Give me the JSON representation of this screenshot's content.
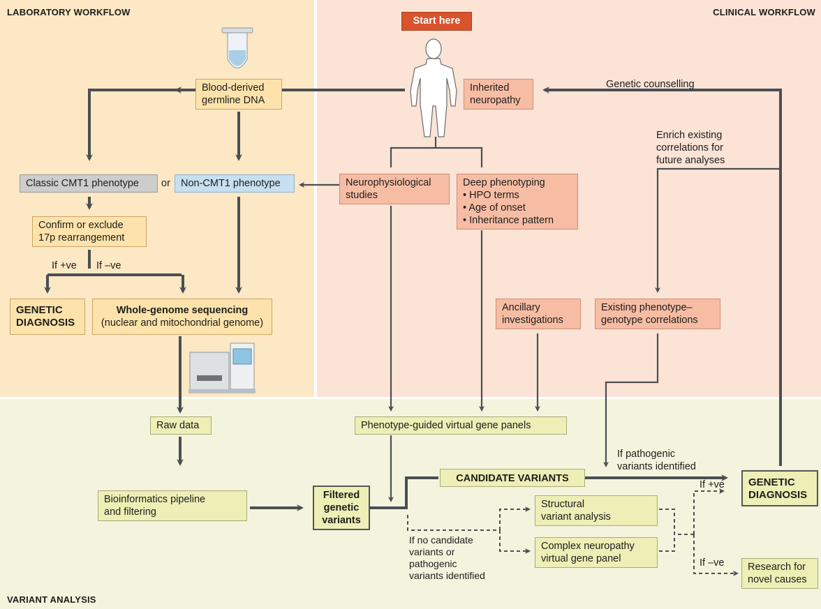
{
  "sections": {
    "lab": "LABORATORY WORKFLOW",
    "clinical": "CLINICAL WORKFLOW",
    "variant": "VARIANT ANALYSIS"
  },
  "nodes": {
    "start": "Start here",
    "blood_dna": [
      "Blood-derived",
      "germline DNA"
    ],
    "inherited": [
      "Inherited",
      "neuropathy"
    ],
    "classic": "Classic CMT1 phenotype",
    "or": "or",
    "non_cmt1": "Non-CMT1 phenotype",
    "neurophys": [
      "Neurophysiological",
      "studies"
    ],
    "deep_title": "Deep phenotyping",
    "deep_items": [
      "HPO terms",
      "Age of onset",
      "Inheritance pattern"
    ],
    "confirm": [
      "Confirm or exclude",
      "17p rearrangement"
    ],
    "genetic_diag_lab": [
      "GENETIC",
      "DIAGNOSIS"
    ],
    "wgs_title": "Whole-genome sequencing",
    "wgs_sub": "(nuclear and mitochondrial genome)",
    "ancillary": [
      "Ancillary",
      "investigations"
    ],
    "existing": [
      "Existing phenotype–",
      "genotype correlations"
    ],
    "raw": "Raw data",
    "virtual_panels": "Phenotype-guided virtual gene panels",
    "bioinf": [
      "Bioinformatics pipeline",
      "and filtering"
    ],
    "filtered": [
      "Filtered",
      "genetic",
      "variants"
    ],
    "candidate": "CANDIDATE VARIANTS",
    "genetic_diag_var": [
      "GENETIC",
      "DIAGNOSIS"
    ],
    "structural": [
      "Structural",
      "variant analysis"
    ],
    "complex": [
      "Complex neuropathy",
      "virtual gene panel"
    ],
    "research": [
      "Research for",
      "novel causes"
    ]
  },
  "labels": {
    "genetic_counselling": "Genetic counselling",
    "enrich": [
      "Enrich existing",
      "correlations for",
      "future analyses"
    ],
    "if_pve_lab": "If +ve",
    "if_nve_lab": "If –ve",
    "if_pathogenic": [
      "If pathogenic",
      "variants identified"
    ],
    "if_no_candidate": [
      "If no candidate",
      "variants or",
      "pathogenic",
      "variants identified"
    ],
    "if_pve_var": "If +ve",
    "if_nve_var": "If –ve"
  },
  "colors": {
    "lab_bg": "#fce8c4",
    "clinical_bg": "#fbe3d6",
    "variant_bg": "#f4f4de",
    "start": "#d9532c",
    "arrow": "#4a4f52"
  },
  "icons": [
    "sample-tube-icon",
    "human-figure-icon",
    "sequencer-machine-icon"
  ]
}
